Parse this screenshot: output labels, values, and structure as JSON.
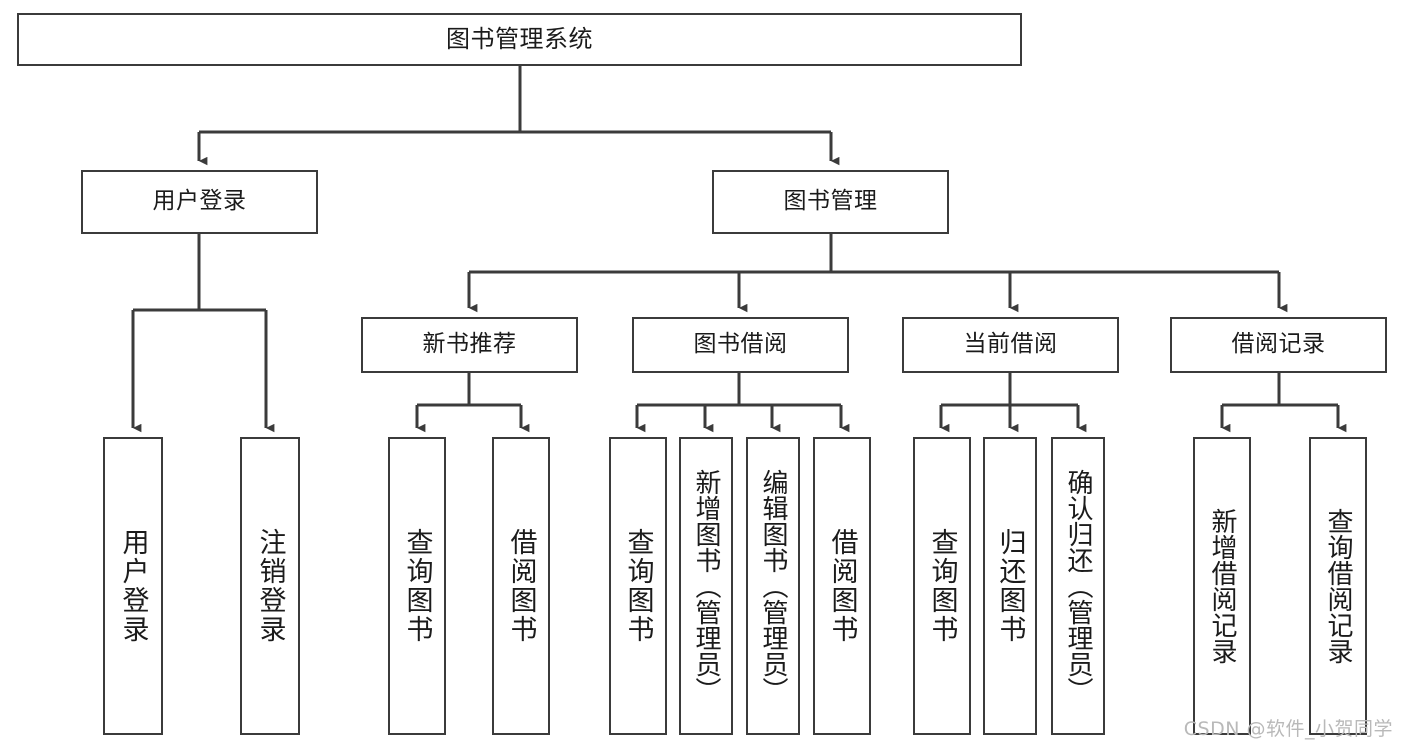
{
  "diagram": {
    "title": "图书管理系统",
    "type": "hierarchy-tree",
    "watermark": "CSDN @软件_小贺同学",
    "colors": {
      "box_border": "#3b3b3b",
      "box_fill": "#ffffff",
      "connector": "#3b3b3b",
      "text": "#1b1b1b",
      "watermark": "#b9b9b9",
      "background": "#ffffff"
    },
    "root": {
      "label": "图书管理系统"
    },
    "level1": [
      {
        "label": "用户登录"
      },
      {
        "label": "图书管理"
      }
    ],
    "level2": [
      {
        "label": "新书推荐"
      },
      {
        "label": "图书借阅"
      },
      {
        "label": "当前借阅"
      },
      {
        "label": "借阅记录"
      }
    ],
    "leaves": {
      "user_login": [
        {
          "label": "用户登录"
        },
        {
          "label": "注销登录"
        }
      ],
      "new_book_recommend": [
        {
          "label": "查询图书"
        },
        {
          "label": "借阅图书"
        }
      ],
      "book_borrow": [
        {
          "label": "查询图书"
        },
        {
          "label": "新增图书（管理员）"
        },
        {
          "label": "编辑图书（管理员）"
        },
        {
          "label": "借阅图书"
        }
      ],
      "current_borrow": [
        {
          "label": "查询图书"
        },
        {
          "label": "归还图书"
        },
        {
          "label": "确认归还（管理员）"
        }
      ],
      "borrow_record": [
        {
          "label": "新增借阅记录"
        },
        {
          "label": "查询借阅记录"
        }
      ]
    }
  }
}
